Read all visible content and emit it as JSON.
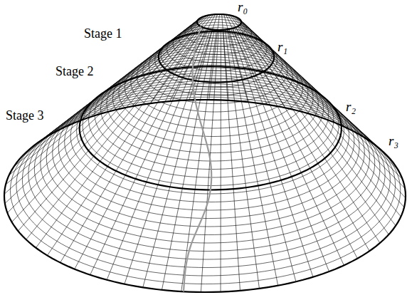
{
  "diagram": {
    "labels": [
      "Stage 1",
      "Stage 2",
      "Stage 3",
      "r₀",
      "r₁",
      "r₂",
      "r₃"
    ]
  }
}
